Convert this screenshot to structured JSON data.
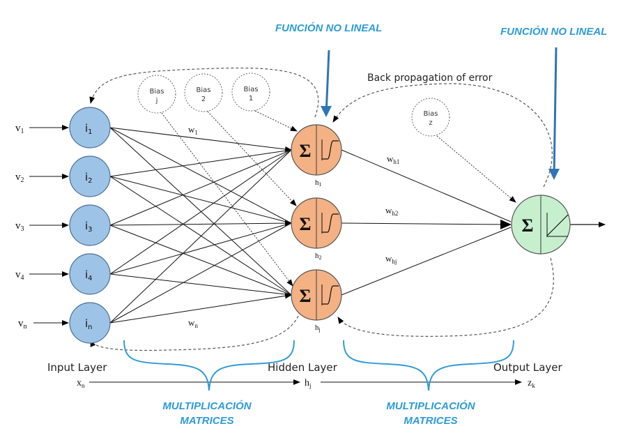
{
  "annotations": {
    "nonlinear_1": "FUNCIÓN NO LINEAL",
    "nonlinear_2": "FUNCIÓN NO LINEAL",
    "matmul_1_line1": "MULTIPLICACIÓN",
    "matmul_1_line2": "MATRICES",
    "matmul_2_line1": "MULTIPLICACIÓN",
    "matmul_2_line2": "MATRICES"
  },
  "backprop_label": "Back propagation of error",
  "inputs": [
    {
      "v": "v",
      "v_sub": "1",
      "node": "i",
      "node_sub": "1"
    },
    {
      "v": "v",
      "v_sub": "2",
      "node": "i",
      "node_sub": "2"
    },
    {
      "v": "v",
      "v_sub": "3",
      "node": "i",
      "node_sub": "3"
    },
    {
      "v": "v",
      "v_sub": "4",
      "node": "i",
      "node_sub": "4"
    },
    {
      "v": "v",
      "v_sub": "n",
      "node": "i",
      "node_sub": "n"
    }
  ],
  "biases": [
    {
      "line1": "Bias",
      "line2": "j"
    },
    {
      "line1": "Bias",
      "line2": "2"
    },
    {
      "line1": "Bias",
      "line2": "1"
    },
    {
      "line1": "Bias",
      "line2": "z"
    }
  ],
  "hidden": [
    {
      "symbol": "Σ",
      "label": "h",
      "sub": "1"
    },
    {
      "symbol": "Σ",
      "label": "h",
      "sub": "2"
    },
    {
      "symbol": "Σ",
      "label": "h",
      "sub": "j"
    }
  ],
  "output": {
    "symbol": "Σ"
  },
  "weights": {
    "w1": "w",
    "w1_sub": "1",
    "wn": "w",
    "wn_sub": "n",
    "wh1": "w",
    "wh1_sub": "h1",
    "wh2": "w",
    "wh2_sub": "h2",
    "whj": "w",
    "whj_sub": "hj"
  },
  "layers": {
    "input": "Input Layer",
    "hidden": "Hidden Layer",
    "output": "Output Layer"
  },
  "flow": {
    "xn": "x",
    "xn_sub": "n",
    "hj": "h",
    "hj_sub": "j",
    "zk": "z",
    "zk_sub": "k"
  },
  "colors": {
    "input_fill": "#9dc3e6",
    "hidden_fill": "#f4b183",
    "output_fill": "#c6efce",
    "annotation_blue": "#2e9bd6"
  }
}
